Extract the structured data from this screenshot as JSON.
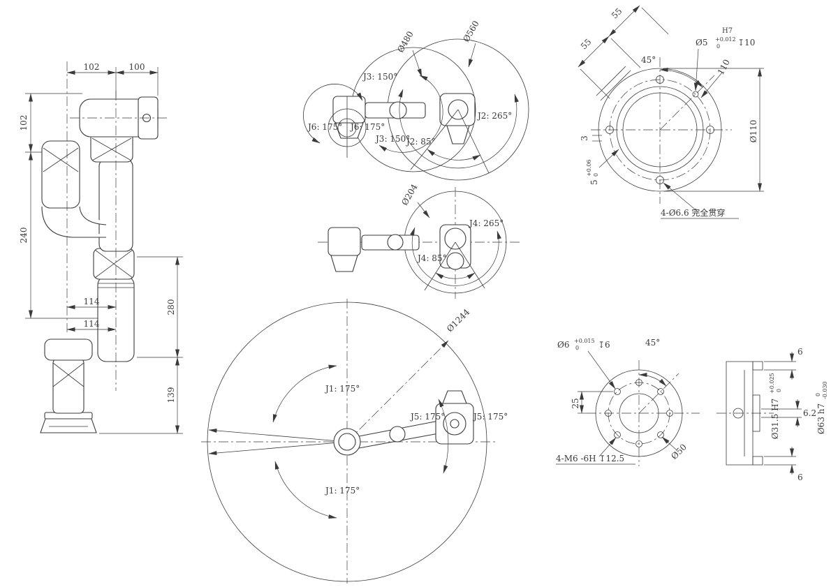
{
  "meta": {
    "background": "#ffffff",
    "line_color": "#3a3a3a"
  },
  "side_view": {
    "dim_top_left": "102",
    "dim_top_right": "100",
    "dim_left_upper": "102",
    "dim_left_lower": "240",
    "dim_mid_a": "114",
    "dim_mid_b": "114",
    "dim_right_upper": "280",
    "dim_right_lower": "139"
  },
  "workspace_upper": {
    "dia_480": "Ø480",
    "dia_560": "Ø560",
    "j3_a": "J3: 150°",
    "j3_b": "J3: 150°",
    "j6_a": "J6: 175°",
    "j6_b": "J6: 175°",
    "j2_265": "J2: 265°",
    "j2_85": "J2: 85°"
  },
  "workspace_j4": {
    "dia_204": "Ø204",
    "j4_265": "J4: 265°",
    "j4_85": "J4: 85°"
  },
  "workspace_main": {
    "dia_1244": "Ø1244",
    "j1_a": "J1: 175°",
    "j1_b": "J1: 175°",
    "j5_a": "J5: 175°",
    "j5_b": "J5: 175°"
  },
  "base_flange": {
    "dim_55_a": "55",
    "dim_55_b": "55",
    "angle_45": "45°",
    "pin_fit": "H7",
    "pin_dia": "Ø5",
    "pin_tol_upper": "+0.012",
    "pin_tol_lower": "0",
    "pin_depth": "↧10",
    "dim_110": "110",
    "dia_110": "Ø110",
    "dim_3": "3",
    "dim_5": "5",
    "dim_5_tol_upper": "+0.06",
    "dim_5_tol_lower": "0",
    "through_holes_note": "4-Ø6.6 完全贯穿"
  },
  "tool_flange": {
    "hole_dia": "Ø6",
    "hole_tol_upper": "+0.015",
    "hole_tol_lower": "0",
    "hole_depth": "↧6",
    "angle_45": "45°",
    "dim_25": "25",
    "dia_50": "Ø50",
    "tapped_holes_note": "4-M6 -6H ↧12.5",
    "section": {
      "dim_6_top": "6",
      "dim_6_mid": "6.2",
      "dim_6_bottom": "6",
      "bore_spec": "Ø31.5 H7",
      "bore_tol_upper": "+0.025",
      "bore_tol_lower": "0",
      "od_spec": "Ø63 h7",
      "od_tol_upper": "0",
      "od_tol_lower": "-0.030"
    }
  }
}
